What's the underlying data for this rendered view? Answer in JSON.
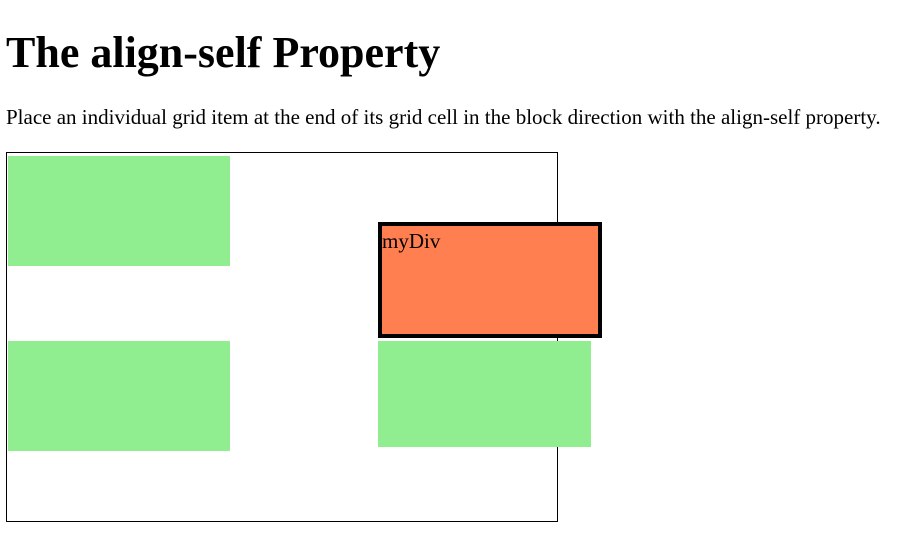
{
  "page": {
    "heading": "The align-self Property",
    "description": "Place an individual grid item at the end of its grid cell in the block direction with the align-self property."
  },
  "grid": {
    "special_item_label": "myDiv",
    "colors": {
      "item_background": "#90ee90",
      "special_item_background": "#ff7f50",
      "border": "#000000"
    }
  }
}
